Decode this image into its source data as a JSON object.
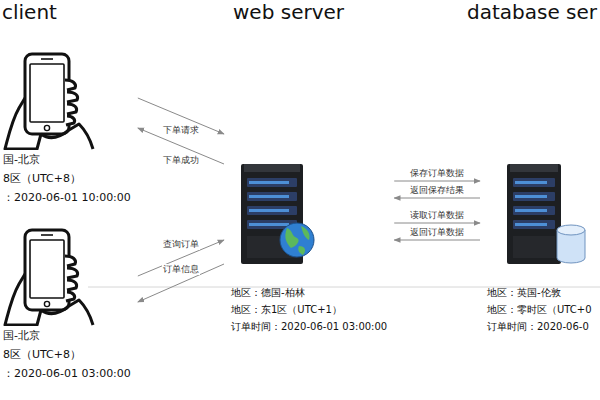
{
  "diagram": {
    "nodes": [
      {
        "text": [
          "国-北京",
          "8区（UTC+8）",
          "：2020-06-01 10:00:00"
        ]
      },
      {
        "text": [
          "国-北京",
          "8区（UTC+8）",
          "：2020-06-01 03:00:00"
        ]
      },
      {
        "text": [
          "地区：德国-柏林",
          "地区：东1区（UTC+1）",
          "订单时间：2020-06-01 03:00:00"
        ]
      },
      {
        "text": [
          "地区：英国-伦敦",
          "地区：零时区（UTC+0",
          "订单时间：2020-06-0"
        ]
      }
    ],
    "edges": [
      {
        "from": 0,
        "to": 2,
        "label": "下单请求",
        "arrow": "to"
      },
      {
        "from": 2,
        "to": 0,
        "label": "下单成功",
        "arrow": "to"
      },
      {
        "from": 1,
        "to": 2,
        "label": "查询订单",
        "arrow": "to"
      },
      {
        "from": 2,
        "to": 1,
        "label": "订单信息",
        "arrow": "to"
      },
      {
        "from": 2,
        "to": 3,
        "label": "保存订单数据",
        "arrow": "to"
      },
      {
        "from": 3,
        "to": 2,
        "label": "返回保存结果",
        "arrow": "to"
      },
      {
        "from": 2,
        "to": 3,
        "label": "读取订单数据",
        "arrow": "to"
      },
      {
        "from": 3,
        "to": 2,
        "label": "返回订单数据",
        "arrow": "to"
      }
    ],
    "labels": [
      "client",
      "web server",
      "database ser"
    ]
  }
}
